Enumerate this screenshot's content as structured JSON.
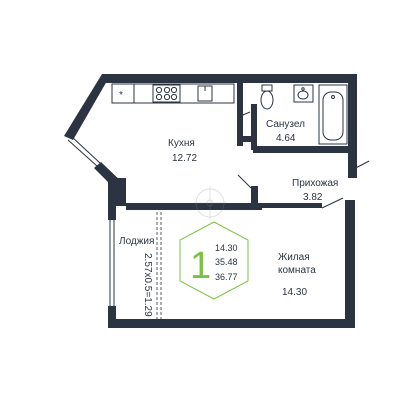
{
  "rooms": {
    "kitchen": {
      "name": "Кухня",
      "area": "12.72"
    },
    "bathroom": {
      "name": "Санузел",
      "area": "4.64"
    },
    "hallway": {
      "name": "Прихожая",
      "area": "3.82"
    },
    "living": {
      "name_line1": "Жилая",
      "name_line2": "комната",
      "area": "14.30"
    },
    "loggia": {
      "name": "Лоджия",
      "area": "2.57x0.5=1.29"
    }
  },
  "badge": {
    "rooms_count": "1",
    "living_area": "14.30",
    "total_area": "35.48",
    "total_with_loggia": "36.77",
    "accent_color": "#7cc242"
  },
  "icons": {
    "watermark": "compass-watermark-icon"
  }
}
